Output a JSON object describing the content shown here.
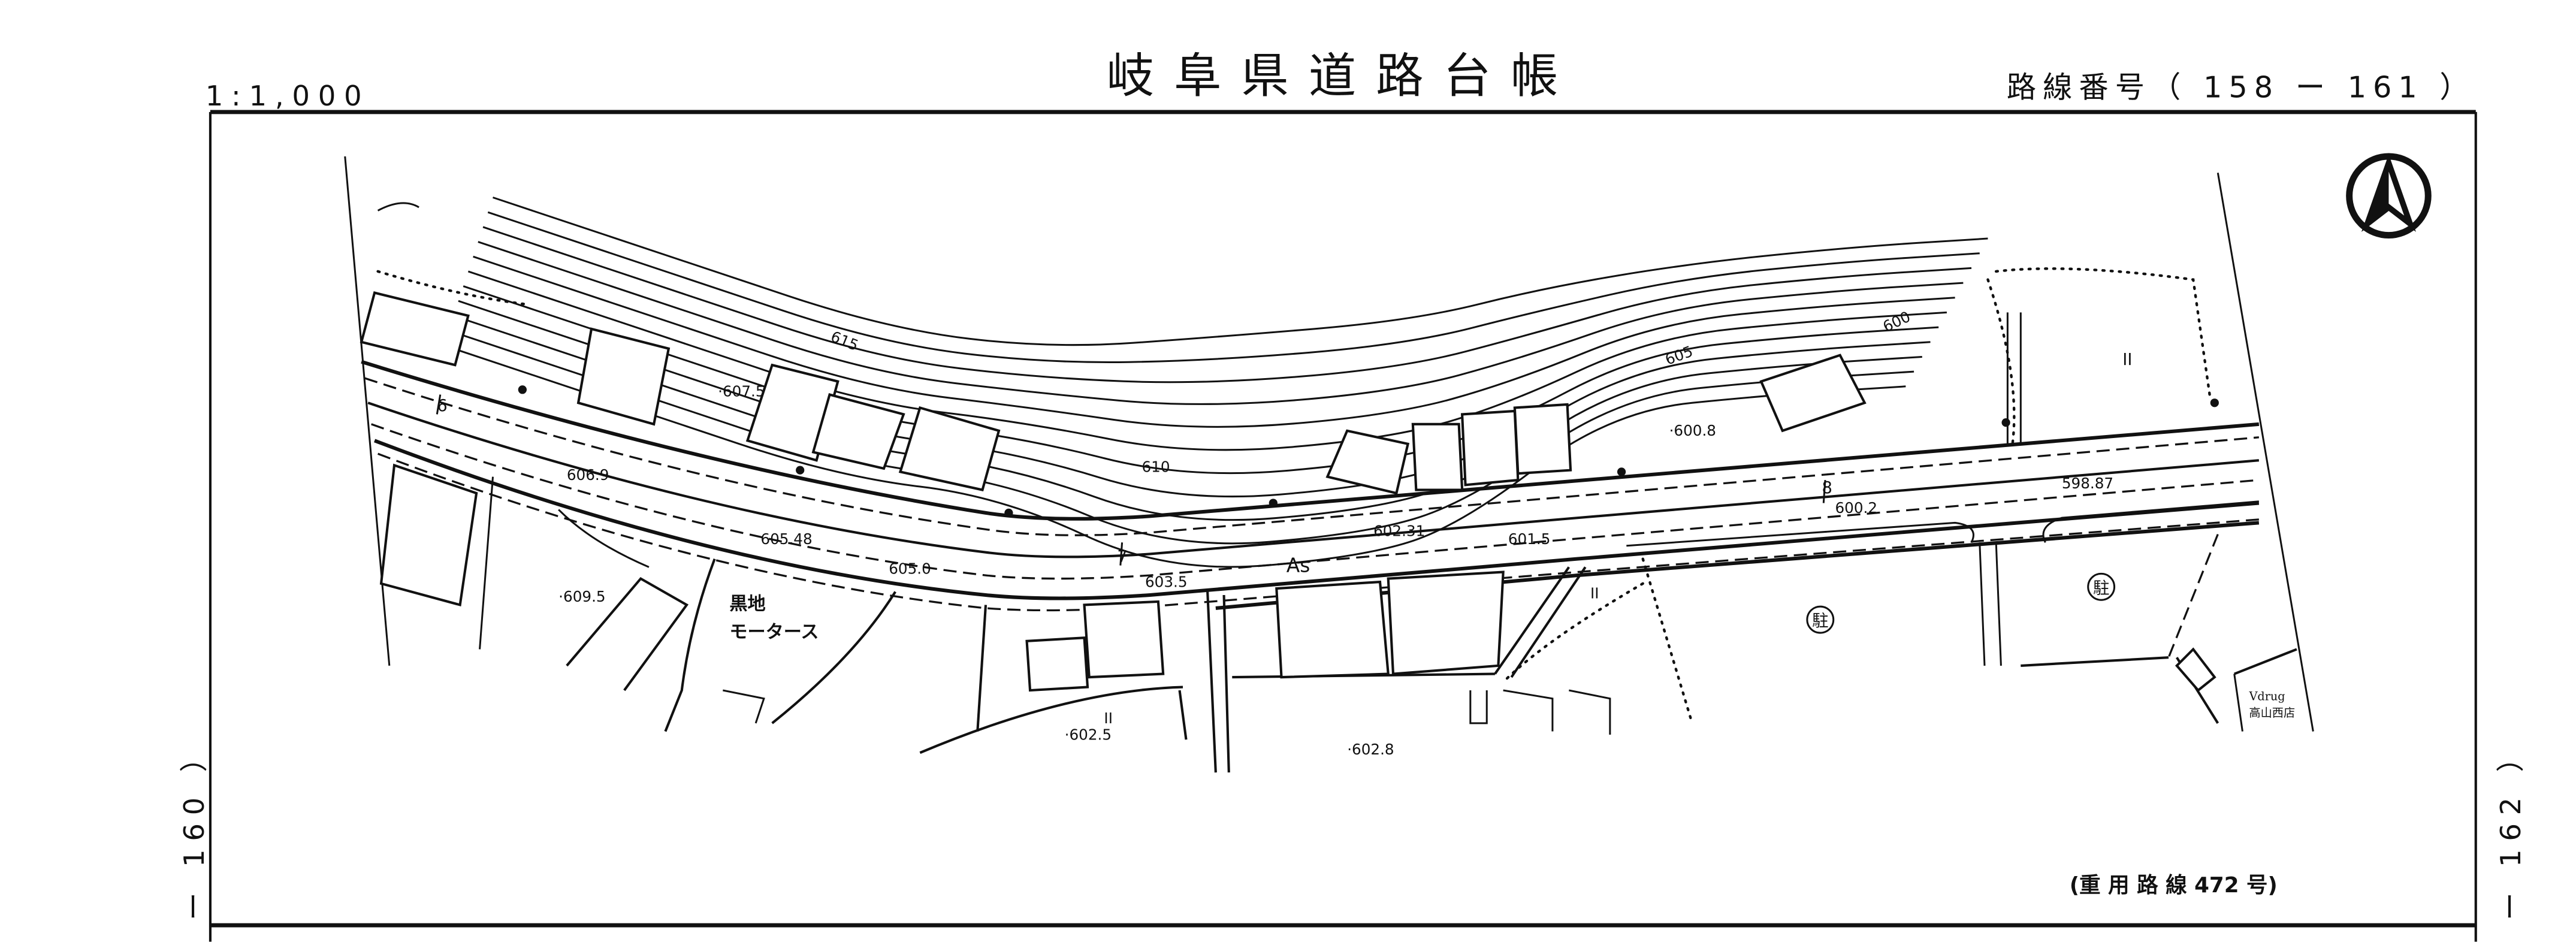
{
  "header": {
    "scale": "1:1,000",
    "title": "岐阜県道路台帳",
    "route_number": "路線番号（ 158 ー 161 ）"
  },
  "side_labels": {
    "left": "ー 160 ）",
    "right": "ー 162 ）"
  },
  "footer_note": "(重 用 路 線  472 号)",
  "map": {
    "contours": [
      "615",
      "610",
      "605",
      "600"
    ],
    "elevations": [
      "606.9",
      "·607.5",
      "605.48",
      "605.0",
      "603.5",
      "602.31",
      "601.5",
      "600.2",
      "598.87",
      "·600.8",
      "·609.5",
      "·602.5",
      "·602.8"
    ],
    "stations": [
      "6",
      "7",
      "8"
    ],
    "surface": "As",
    "business_name": [
      "黒地",
      "モータース"
    ],
    "store_name": [
      "Vdrug",
      "高山西店"
    ],
    "parking_symbol": "駐",
    "misc_marks": [
      "II",
      "II",
      "II"
    ]
  },
  "north_arrow": "north-arrow"
}
